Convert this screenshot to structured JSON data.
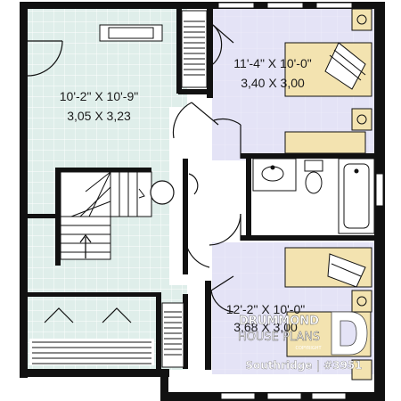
{
  "rooms": [
    {
      "id": "family",
      "dim_imperial": "10'-2\" X 10'-9\"",
      "dim_metric": "3,05 X 3,23"
    },
    {
      "id": "bedroom-top",
      "dim_imperial": "11'-4\" X 10'-0\"",
      "dim_metric": "3,40 X 3,00"
    },
    {
      "id": "bedroom-bottom",
      "dim_imperial": "12'-2\" X 10'-0\"",
      "dim_metric": "3,68 X 3,00"
    }
  ],
  "watermark": {
    "brand_line1": "DRUMMOND",
    "brand_line2": "HOUSE PLANS",
    "copyright": "COPYRIGHT",
    "plan_name": "Southridge | #3951"
  },
  "colors": {
    "floor_teal": "#dfeeea",
    "floor_lavender": "#e4e3f6",
    "wall": "#111111",
    "tile_grid": "#ffffff",
    "bed_yellow": "#f3e3b0"
  }
}
